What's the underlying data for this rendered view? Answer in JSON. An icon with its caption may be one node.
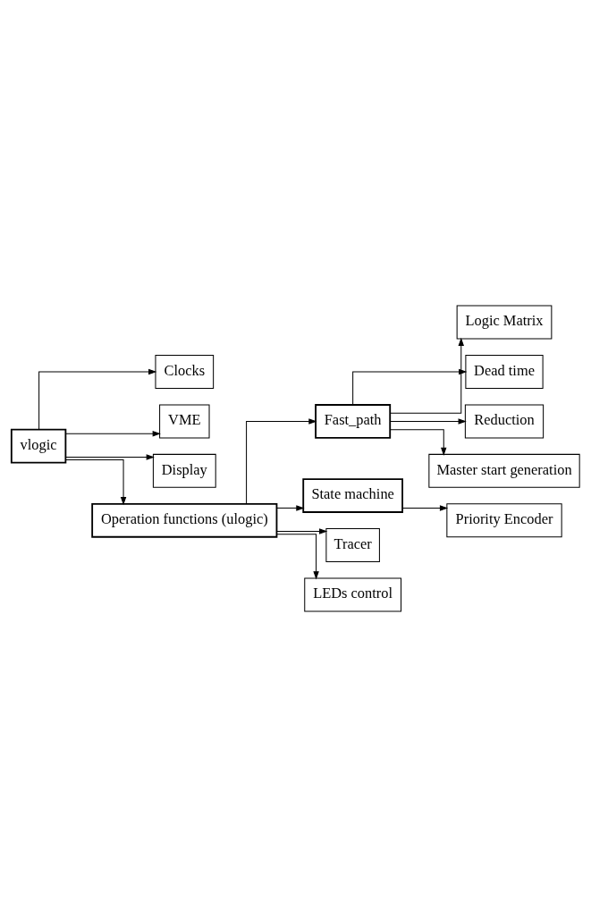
{
  "diagram": {
    "nodes": [
      {
        "text": [
          "vlogic"
        ]
      },
      {
        "text": [
          "Clocks"
        ]
      },
      {
        "text": [
          "VME"
        ]
      },
      {
        "text": [
          "Display"
        ]
      },
      {
        "text": [
          "Operation functions (ulogic)"
        ]
      },
      {
        "text": [
          "Fast_path"
        ]
      },
      {
        "text": [
          "Logic Matrix"
        ]
      },
      {
        "text": [
          "Dead time"
        ]
      },
      {
        "text": [
          "Reduction"
        ]
      },
      {
        "text": [
          "Master start generation"
        ]
      },
      {
        "text": [
          "State machine"
        ]
      },
      {
        "text": [
          "Priority Encoder"
        ]
      },
      {
        "text": [
          "Tracer"
        ]
      },
      {
        "text": [
          "LEDs control"
        ]
      }
    ],
    "edges": [
      {
        "from": 0,
        "to": 1,
        "arrow": "to"
      },
      {
        "from": 0,
        "to": 2,
        "arrow": "to"
      },
      {
        "from": 0,
        "to": 3,
        "arrow": "to"
      },
      {
        "from": 0,
        "to": 4,
        "arrow": "to"
      },
      {
        "from": 4,
        "to": 5,
        "arrow": "to"
      },
      {
        "from": 5,
        "to": 6,
        "arrow": "to"
      },
      {
        "from": 5,
        "to": 7,
        "arrow": "to"
      },
      {
        "from": 5,
        "to": 8,
        "arrow": "to"
      },
      {
        "from": 5,
        "to": 9,
        "arrow": "to"
      },
      {
        "from": 4,
        "to": 10,
        "arrow": "to"
      },
      {
        "from": 10,
        "to": 11,
        "arrow": "to"
      },
      {
        "from": 4,
        "to": 12,
        "arrow": "to"
      },
      {
        "from": 4,
        "to": 13,
        "arrow": "to"
      }
    ]
  }
}
